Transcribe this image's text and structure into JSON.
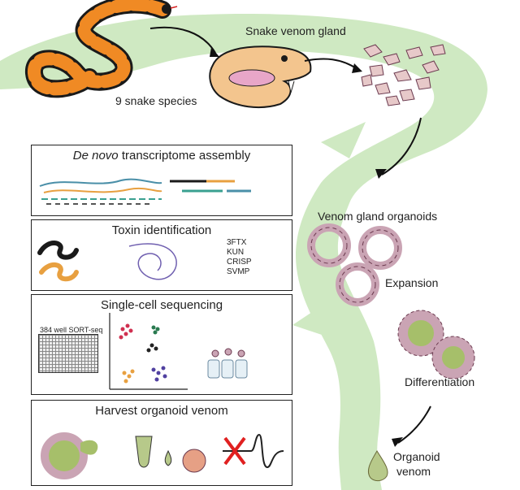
{
  "labels": {
    "snake_species": "9 snake species",
    "venom_gland": "Snake venom gland",
    "organoids": "Venom gland organoids",
    "expansion": "Expansion",
    "differentiation": "Differentiation",
    "organoid_venom_line1": "Organoid",
    "organoid_venom_line2": "venom"
  },
  "panels": {
    "transcriptome": {
      "title_italic": "De novo",
      "title_rest": " transcriptome assembly"
    },
    "toxin": {
      "title": "Toxin identification",
      "toxins": [
        "3FTX",
        "KUN",
        "CRISP",
        "SVMP"
      ]
    },
    "singlecell": {
      "title": "Single-cell sequencing",
      "plate_label": "384 well SORT-seq"
    },
    "harvest": {
      "title": "Harvest organoid venom"
    }
  },
  "colors": {
    "background_flow": "#cfe9c2",
    "snake_orange": "#f08a24",
    "snake_black": "#1a1a1a",
    "organoid_cell": "#caa4b4",
    "organoid_outline": "#6b3a4f",
    "organoid_lumen": "#a6bf6a",
    "venom_drop": "#b7c98a",
    "red_cross": "#e02020"
  }
}
